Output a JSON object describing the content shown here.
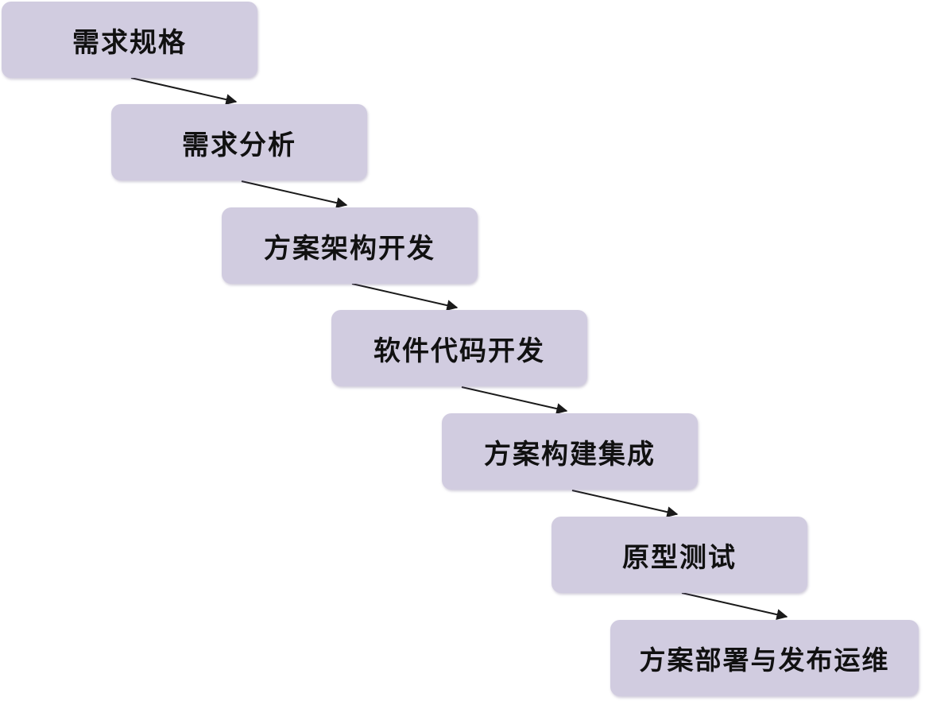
{
  "diagram": {
    "steps": [
      "需求规格",
      "需求分析",
      "方案架构开发",
      "软件代码开发",
      "方案构建集成",
      "原型测试",
      "方案部署与发布运维"
    ],
    "colors": {
      "box_fill": "#d1cce0",
      "arrow": "#1a1a1a",
      "text": "#111111"
    }
  }
}
